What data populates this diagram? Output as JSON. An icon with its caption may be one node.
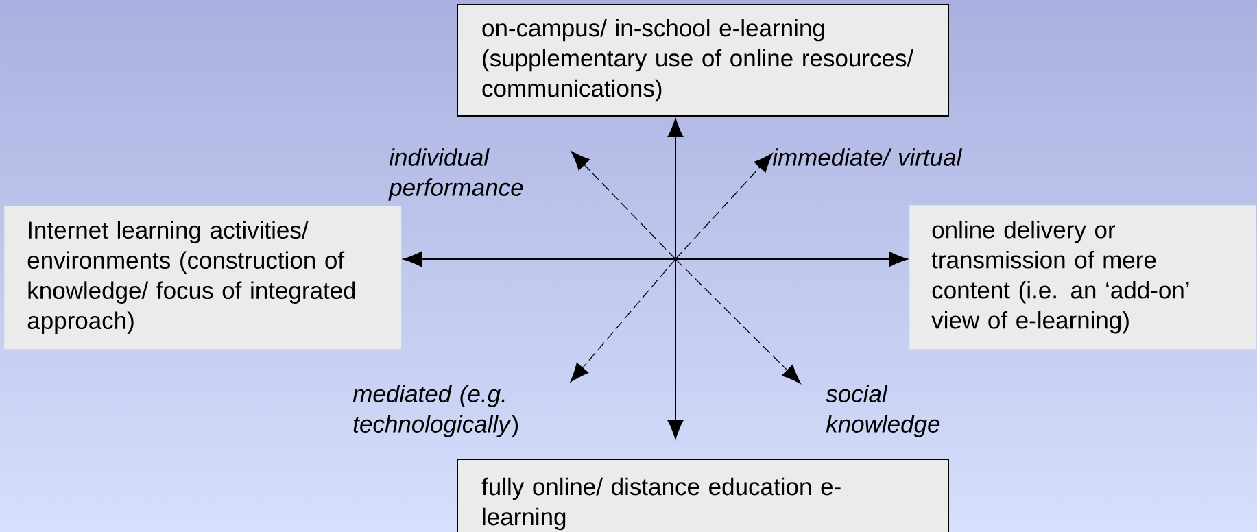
{
  "diagram": {
    "nodes": [
      {
        "text": [
          "on-campus/ in-school e-learning (supplementary use of online resources/ communications)"
        ]
      },
      {
        "text": [
          "Internet learning activities/ environments (construction of knowledge/ focus of integrated approach)"
        ]
      },
      {
        "text": [
          "online delivery or transmission of mere content (i.e. an ‘add-on’ view of e-learning)"
        ]
      },
      {
        "text": [
          "fully online/ distance education e-learning"
        ]
      },
      {
        "text": [
          "individual performance"
        ]
      },
      {
        "text": [
          "immediate/ virtual"
        ]
      },
      {
        "text": [
          "*mediated (e.g. technologically*)"
        ]
      },
      {
        "text": [
          "social knowledge"
        ]
      }
    ],
    "edges": [
      {
        "from": null,
        "to": 0,
        "arrow": "to"
      },
      {
        "from": null,
        "to": 1,
        "arrow": "to"
      },
      {
        "from": null,
        "to": 2,
        "arrow": "to"
      },
      {
        "from": null,
        "to": 3,
        "arrow": "to"
      },
      {
        "from": null,
        "to": 4,
        "arrow": "to",
        "style": "dashed"
      },
      {
        "from": null,
        "to": 5,
        "arrow": "to",
        "style": "dashed"
      },
      {
        "from": null,
        "to": 6,
        "arrow": "to",
        "style": "dashed"
      },
      {
        "from": null,
        "to": 7,
        "arrow": "to",
        "style": "dashed"
      }
    ]
  }
}
